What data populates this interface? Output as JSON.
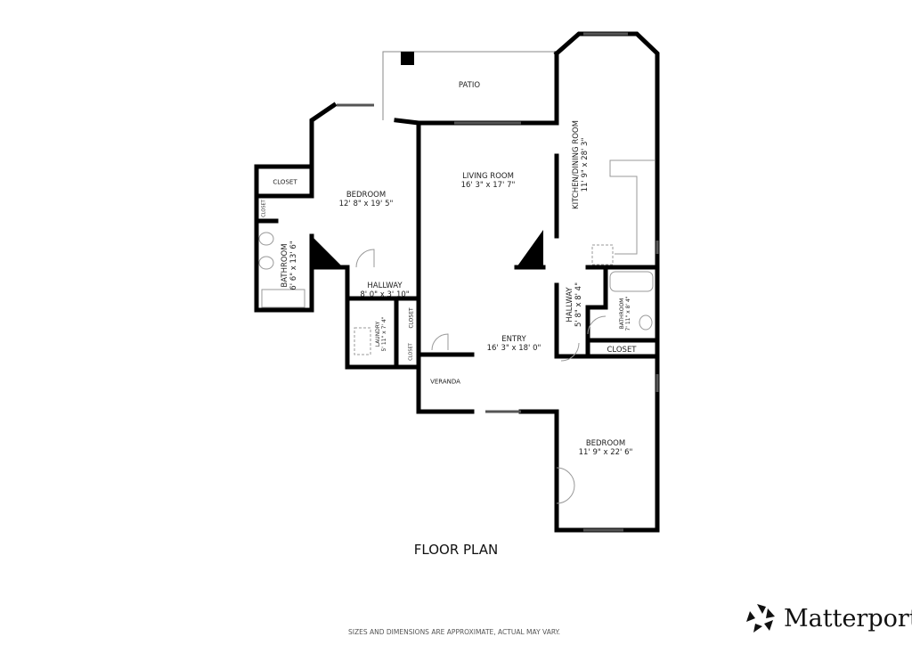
{
  "title": "FLOOR PLAN",
  "disclaimer": "SIZES AND DIMENSIONS ARE APPROXIMATE, ACTUAL MAY VARY.",
  "brand": "Matterport",
  "colors": {
    "wall": "#000000",
    "fixture": "#999999"
  },
  "rooms": [
    {
      "name": "PATIO",
      "dims": ""
    },
    {
      "name": "LIVING ROOM",
      "dims": "16' 3\" x 17' 7\""
    },
    {
      "name": "KITCHEN/DINING ROOM",
      "dims": "11' 9\" x 28' 3\""
    },
    {
      "name": "BEDROOM",
      "dims": "12' 8\" x 19' 5\""
    },
    {
      "name": "CLOSET",
      "dims": ""
    },
    {
      "name": "CLOSET",
      "dims": ""
    },
    {
      "name": "BATHROOM",
      "dims": "6' 6\" x 13' 6\""
    },
    {
      "name": "HALLWAY",
      "dims": "8' 0\" x 3' 10\""
    },
    {
      "name": "LAUNDRY",
      "dims": "5' 11\" x 7' 4\""
    },
    {
      "name": "CLOSET",
      "dims": ""
    },
    {
      "name": "CLOSET",
      "dims": ""
    },
    {
      "name": "VERANDA",
      "dims": ""
    },
    {
      "name": "ENTRY",
      "dims": "16' 3\" x 18' 0\""
    },
    {
      "name": "HALLWAY",
      "dims": "5' 8\" x 8' 4\""
    },
    {
      "name": "BATHROOM",
      "dims": "7' 11\" x 8' 4\""
    },
    {
      "name": "CLOSET",
      "dims": ""
    },
    {
      "name": "BEDROOM",
      "dims": "11' 9\" x 22' 6\""
    }
  ]
}
